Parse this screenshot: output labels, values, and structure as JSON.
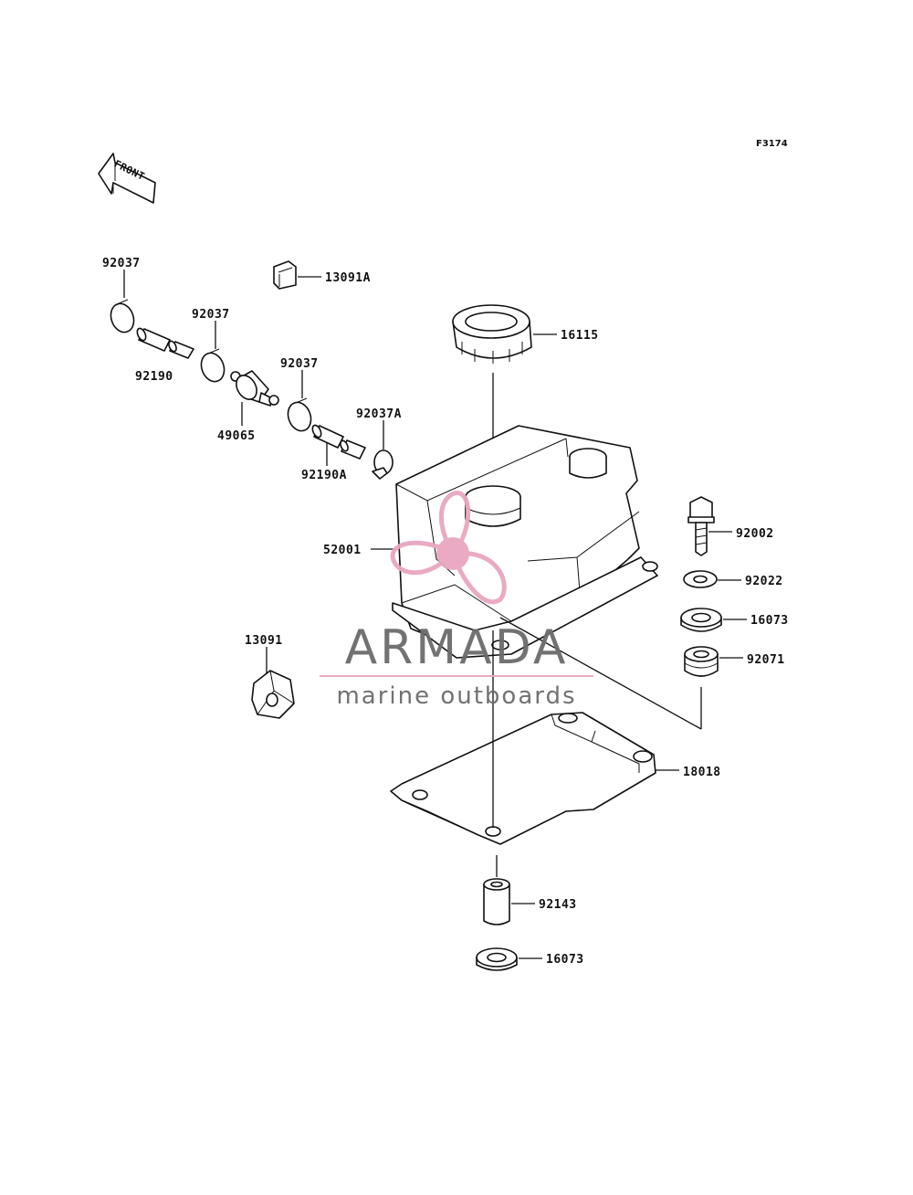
{
  "figure_ref": "F3174",
  "front_arrow_text": "FRONT",
  "parts": {
    "p92037_a": "92037",
    "p92037_b": "92037",
    "p92037_c": "92037",
    "p92190": "92190",
    "p49065": "49065",
    "p92037A": "92037A",
    "p92190A": "92190A",
    "p13091A": "13091A",
    "p16115": "16115",
    "p52001": "52001",
    "p13091": "13091",
    "p92002": "92002",
    "p92022": "92022",
    "p16073_a": "16073",
    "p92071": "92071",
    "p18018": "18018",
    "p92143": "92143",
    "p16073_b": "16073"
  },
  "watermark": {
    "title": "ARMADA",
    "subtitle": "marine outboards",
    "accent_color": "#e9a6c0",
    "text_color": "#6b6b6b"
  }
}
